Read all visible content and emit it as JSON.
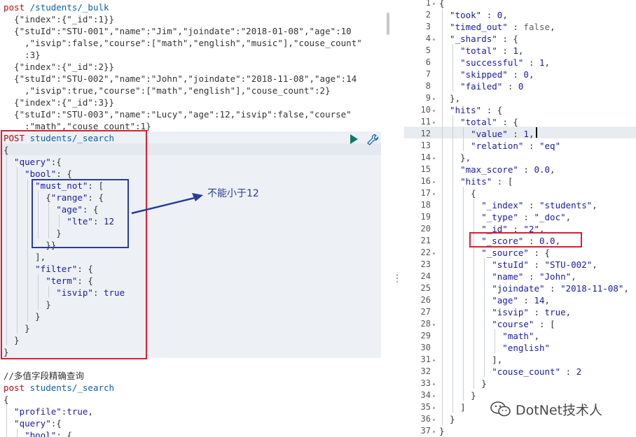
{
  "left_editor": {
    "lines": [
      {
        "row": 0,
        "parts": [
          {
            "c": "kw",
            "t": "post "
          },
          {
            "c": "url",
            "t": "/students/_bulk"
          }
        ]
      },
      {
        "row": 1,
        "parts": [
          {
            "c": "punc",
            "t": "  {\"index\":{\"_id\":1}}"
          }
        ]
      },
      {
        "row": 2,
        "parts": [
          {
            "c": "punc",
            "t": "  {\"stuId\":\"STU-001\",\"name\":\"Jim\",\"joindate\":\"2018-01-08\",\"age\":10"
          }
        ]
      },
      {
        "row": 3,
        "parts": [
          {
            "c": "punc",
            "t": "    ,\"isvip\":false,\"course\":[\"math\",\"english\",\"music\"],\"couse_count\""
          }
        ]
      },
      {
        "row": 4,
        "parts": [
          {
            "c": "punc",
            "t": "    :3}"
          }
        ]
      },
      {
        "row": 5,
        "parts": [
          {
            "c": "punc",
            "t": "  {\"index\":{\"_id\":2}}"
          }
        ]
      },
      {
        "row": 6,
        "parts": [
          {
            "c": "punc",
            "t": "  {\"stuId\":\"STU-002\",\"name\":\"John\",\"joindate\":\"2018-11-08\",\"age\":14"
          }
        ]
      },
      {
        "row": 7,
        "parts": [
          {
            "c": "punc",
            "t": "    ,\"isvip\":true,\"course\":[\"math\",\"english\"],\"couse_count\":2}"
          }
        ]
      },
      {
        "row": 8,
        "parts": [
          {
            "c": "punc",
            "t": "  {\"index\":{\"_id\":3}}"
          }
        ]
      },
      {
        "row": 9,
        "parts": [
          {
            "c": "punc",
            "t": "  {\"stuId\":\"STU-003\",\"name\":\"Lucy\",\"age\":12,\"isvip\":false,\"course\""
          }
        ]
      },
      {
        "row": 10,
        "parts": [
          {
            "c": "punc",
            "t": "    :\"math\",\"couse_count\":1}"
          }
        ]
      },
      {
        "row": 11,
        "parts": [
          {
            "c": "kw",
            "t": "POST "
          },
          {
            "c": "url",
            "t": "students/_search"
          }
        ]
      },
      {
        "row": 12,
        "parts": [
          {
            "c": "punc",
            "t": "{"
          }
        ]
      },
      {
        "row": 13,
        "parts": [
          {
            "c": "str",
            "t": "  \"query\""
          },
          {
            "c": "punc",
            "t": ":{"
          }
        ]
      },
      {
        "row": 14,
        "parts": [
          {
            "c": "str",
            "t": "    \"bool\""
          },
          {
            "c": "punc",
            "t": ": {"
          }
        ]
      },
      {
        "row": 15,
        "parts": [
          {
            "c": "str",
            "t": "      \"must_not\""
          },
          {
            "c": "punc",
            "t": ": ["
          }
        ]
      },
      {
        "row": 16,
        "parts": [
          {
            "c": "punc",
            "t": "        {"
          },
          {
            "c": "str",
            "t": "\"range\""
          },
          {
            "c": "punc",
            "t": ": {"
          }
        ]
      },
      {
        "row": 17,
        "parts": [
          {
            "c": "str",
            "t": "          \"age\""
          },
          {
            "c": "punc",
            "t": ": {"
          }
        ]
      },
      {
        "row": 18,
        "parts": [
          {
            "c": "str",
            "t": "            \"lte\""
          },
          {
            "c": "punc",
            "t": ": "
          },
          {
            "c": "num",
            "t": "12"
          }
        ]
      },
      {
        "row": 19,
        "parts": [
          {
            "c": "punc",
            "t": "          }"
          }
        ]
      },
      {
        "row": 20,
        "parts": [
          {
            "c": "punc",
            "t": "        }}"
          }
        ]
      },
      {
        "row": 21,
        "parts": [
          {
            "c": "punc",
            "t": "      ],"
          }
        ]
      },
      {
        "row": 22,
        "parts": [
          {
            "c": "str",
            "t": "      \"filter\""
          },
          {
            "c": "punc",
            "t": ": {"
          }
        ]
      },
      {
        "row": 23,
        "parts": [
          {
            "c": "str",
            "t": "        \"term\""
          },
          {
            "c": "punc",
            "t": ": {"
          }
        ]
      },
      {
        "row": 24,
        "parts": [
          {
            "c": "str",
            "t": "          \"isvip\""
          },
          {
            "c": "punc",
            "t": ": "
          },
          {
            "c": "bool2",
            "t": "true"
          }
        ]
      },
      {
        "row": 25,
        "parts": [
          {
            "c": "punc",
            "t": "        }"
          }
        ]
      },
      {
        "row": 26,
        "parts": [
          {
            "c": "punc",
            "t": "      }"
          }
        ]
      },
      {
        "row": 27,
        "parts": [
          {
            "c": "punc",
            "t": "    }"
          }
        ]
      },
      {
        "row": 28,
        "parts": [
          {
            "c": "punc",
            "t": "  }"
          }
        ]
      },
      {
        "row": 29,
        "parts": [
          {
            "c": "punc",
            "t": "}"
          }
        ]
      },
      {
        "row": 30,
        "parts": [
          {
            "c": "punc",
            "t": ""
          }
        ]
      },
      {
        "row": 31,
        "parts": [
          {
            "c": "cmt",
            "t": "//多值字段精确查询"
          }
        ]
      },
      {
        "row": 32,
        "parts": [
          {
            "c": "kw",
            "t": "post "
          },
          {
            "c": "url",
            "t": "students/_search"
          }
        ]
      },
      {
        "row": 33,
        "parts": [
          {
            "c": "punc",
            "t": "{"
          }
        ]
      },
      {
        "row": 34,
        "parts": [
          {
            "c": "str",
            "t": "  \"profile\""
          },
          {
            "c": "punc",
            "t": ":"
          },
          {
            "c": "bool2",
            "t": "true"
          },
          {
            "c": "punc",
            "t": ","
          }
        ]
      },
      {
        "row": 35,
        "parts": [
          {
            "c": "str",
            "t": "  \"query\""
          },
          {
            "c": "punc",
            "t": ":{"
          }
        ]
      },
      {
        "row": 36,
        "parts": [
          {
            "c": "str",
            "t": "    \"bool\""
          },
          {
            "c": "punc",
            "t": ": {"
          }
        ]
      }
    ]
  },
  "annotation": {
    "text": "不能小于12"
  },
  "right_output": {
    "lines": [
      {
        "n": "1",
        "fold": true,
        "parts": [
          {
            "c": "punc",
            "t": "{"
          }
        ]
      },
      {
        "n": "2",
        "parts": [
          {
            "c": "str",
            "t": "  \"took\""
          },
          {
            "c": "punc",
            "t": " : "
          },
          {
            "c": "num",
            "t": "0"
          },
          {
            "c": "punc",
            "t": ","
          }
        ]
      },
      {
        "n": "3",
        "parts": [
          {
            "c": "str",
            "t": "  \"timed_out\""
          },
          {
            "c": "punc",
            "t": " : "
          },
          {
            "c": "bool",
            "t": "false"
          },
          {
            "c": "punc",
            "t": ","
          }
        ]
      },
      {
        "n": "4",
        "fold": true,
        "parts": [
          {
            "c": "str",
            "t": "  \"_shards\""
          },
          {
            "c": "punc",
            "t": " : {"
          }
        ]
      },
      {
        "n": "5",
        "parts": [
          {
            "c": "str",
            "t": "    \"total\""
          },
          {
            "c": "punc",
            "t": " : "
          },
          {
            "c": "num",
            "t": "1"
          },
          {
            "c": "punc",
            "t": ","
          }
        ]
      },
      {
        "n": "6",
        "parts": [
          {
            "c": "str",
            "t": "    \"successful\""
          },
          {
            "c": "punc",
            "t": " : "
          },
          {
            "c": "num",
            "t": "1"
          },
          {
            "c": "punc",
            "t": ","
          }
        ]
      },
      {
        "n": "7",
        "parts": [
          {
            "c": "str",
            "t": "    \"skipped\""
          },
          {
            "c": "punc",
            "t": " : "
          },
          {
            "c": "num",
            "t": "0"
          },
          {
            "c": "punc",
            "t": ","
          }
        ]
      },
      {
        "n": "8",
        "parts": [
          {
            "c": "str",
            "t": "    \"failed\""
          },
          {
            "c": "punc",
            "t": " : "
          },
          {
            "c": "num",
            "t": "0"
          }
        ]
      },
      {
        "n": "9",
        "fold": true,
        "parts": [
          {
            "c": "punc",
            "t": "  },"
          }
        ]
      },
      {
        "n": "10",
        "fold": true,
        "parts": [
          {
            "c": "str",
            "t": "  \"hits\""
          },
          {
            "c": "punc",
            "t": " : {"
          }
        ]
      },
      {
        "n": "11",
        "fold": true,
        "parts": [
          {
            "c": "str",
            "t": "    \"total\""
          },
          {
            "c": "punc",
            "t": " : {"
          }
        ]
      },
      {
        "n": "12",
        "parts": [
          {
            "c": "str",
            "t": "      \"value\""
          },
          {
            "c": "punc",
            "t": " : "
          },
          {
            "c": "num",
            "t": "1"
          },
          {
            "c": "punc",
            "t": ","
          }
        ]
      },
      {
        "n": "13",
        "parts": [
          {
            "c": "str",
            "t": "      \"relation\""
          },
          {
            "c": "punc",
            "t": " : "
          },
          {
            "c": "str",
            "t": "\"eq\""
          }
        ]
      },
      {
        "n": "14",
        "fold": true,
        "parts": [
          {
            "c": "punc",
            "t": "    },"
          }
        ]
      },
      {
        "n": "15",
        "parts": [
          {
            "c": "str",
            "t": "    \"max_score\""
          },
          {
            "c": "punc",
            "t": " : "
          },
          {
            "c": "num",
            "t": "0.0"
          },
          {
            "c": "punc",
            "t": ","
          }
        ]
      },
      {
        "n": "16",
        "fold": true,
        "parts": [
          {
            "c": "str",
            "t": "    \"hits\""
          },
          {
            "c": "punc",
            "t": " : ["
          }
        ]
      },
      {
        "n": "17",
        "fold": true,
        "parts": [
          {
            "c": "punc",
            "t": "      {"
          }
        ]
      },
      {
        "n": "18",
        "parts": [
          {
            "c": "str",
            "t": "        \"_index\""
          },
          {
            "c": "punc",
            "t": " : "
          },
          {
            "c": "str",
            "t": "\"students\""
          },
          {
            "c": "punc",
            "t": ","
          }
        ]
      },
      {
        "n": "19",
        "parts": [
          {
            "c": "str",
            "t": "        \"_type\""
          },
          {
            "c": "punc",
            "t": " : "
          },
          {
            "c": "str",
            "t": "\"_doc\""
          },
          {
            "c": "punc",
            "t": ","
          }
        ]
      },
      {
        "n": "20",
        "parts": [
          {
            "c": "str",
            "t": "        \"_id\""
          },
          {
            "c": "punc",
            "t": " : "
          },
          {
            "c": "str",
            "t": "\"2\""
          },
          {
            "c": "punc",
            "t": ","
          }
        ]
      },
      {
        "n": "21",
        "parts": [
          {
            "c": "str",
            "t": "        \"_score\""
          },
          {
            "c": "punc",
            "t": " : "
          },
          {
            "c": "num",
            "t": "0.0"
          },
          {
            "c": "punc",
            "t": ","
          }
        ]
      },
      {
        "n": "22",
        "fold": true,
        "parts": [
          {
            "c": "str",
            "t": "        \"_source\""
          },
          {
            "c": "punc",
            "t": " : {"
          }
        ]
      },
      {
        "n": "23",
        "parts": [
          {
            "c": "str",
            "t": "          \"stuId\""
          },
          {
            "c": "punc",
            "t": " : "
          },
          {
            "c": "str",
            "t": "\"STU-002\""
          },
          {
            "c": "punc",
            "t": ","
          }
        ]
      },
      {
        "n": "24",
        "parts": [
          {
            "c": "str",
            "t": "          \"name\""
          },
          {
            "c": "punc",
            "t": " : "
          },
          {
            "c": "str",
            "t": "\"John\""
          },
          {
            "c": "punc",
            "t": ","
          }
        ]
      },
      {
        "n": "25",
        "parts": [
          {
            "c": "str",
            "t": "          \"joindate\""
          },
          {
            "c": "punc",
            "t": " : "
          },
          {
            "c": "str",
            "t": "\"2018-11-08\""
          },
          {
            "c": "punc",
            "t": ","
          }
        ]
      },
      {
        "n": "26",
        "parts": [
          {
            "c": "str",
            "t": "          \"age\""
          },
          {
            "c": "punc",
            "t": " : "
          },
          {
            "c": "num",
            "t": "14"
          },
          {
            "c": "punc",
            "t": ","
          }
        ]
      },
      {
        "n": "27",
        "parts": [
          {
            "c": "str",
            "t": "          \"isvip\""
          },
          {
            "c": "punc",
            "t": " : "
          },
          {
            "c": "bool2",
            "t": "true"
          },
          {
            "c": "punc",
            "t": ","
          }
        ]
      },
      {
        "n": "28",
        "fold": true,
        "parts": [
          {
            "c": "str",
            "t": "          \"course\""
          },
          {
            "c": "punc",
            "t": " : ["
          }
        ]
      },
      {
        "n": "29",
        "parts": [
          {
            "c": "str",
            "t": "            \"math\""
          },
          {
            "c": "punc",
            "t": ","
          }
        ]
      },
      {
        "n": "30",
        "parts": [
          {
            "c": "str",
            "t": "            \"english\""
          }
        ]
      },
      {
        "n": "31",
        "fold": true,
        "parts": [
          {
            "c": "punc",
            "t": "          ],"
          }
        ]
      },
      {
        "n": "32",
        "parts": [
          {
            "c": "str",
            "t": "          \"couse_count\""
          },
          {
            "c": "punc",
            "t": " : "
          },
          {
            "c": "num",
            "t": "2"
          }
        ]
      },
      {
        "n": "33",
        "fold": true,
        "parts": [
          {
            "c": "punc",
            "t": "        }"
          }
        ]
      },
      {
        "n": "34",
        "fold": true,
        "parts": [
          {
            "c": "punc",
            "t": "      }"
          }
        ]
      },
      {
        "n": "35",
        "fold": true,
        "parts": [
          {
            "c": "punc",
            "t": "    ]"
          }
        ]
      },
      {
        "n": "36",
        "fold": true,
        "parts": [
          {
            "c": "punc",
            "t": "  }"
          }
        ]
      },
      {
        "n": "37",
        "fold": true,
        "parts": [
          {
            "c": "punc",
            "t": "}"
          }
        ]
      }
    ]
  },
  "watermark": {
    "text": "DotNet技术人"
  },
  "colors": {
    "red_box": "#d82032",
    "blue_box": "#2c3c9a",
    "run": "#0d7a6b"
  }
}
